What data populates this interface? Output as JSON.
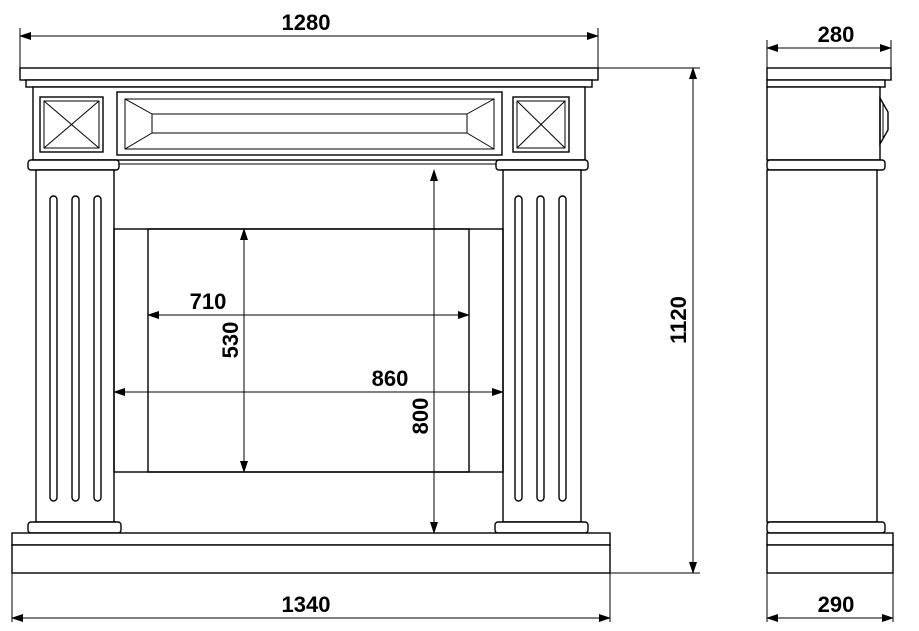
{
  "labels": {
    "overall_top_width": "1280",
    "overall_bottom_width": "1340",
    "overall_height": "1120",
    "side_top_depth": "280",
    "side_bottom_depth": "290",
    "inner_width": "710",
    "inner_height": "530",
    "opening_width": "860",
    "opening_height": "800"
  }
}
